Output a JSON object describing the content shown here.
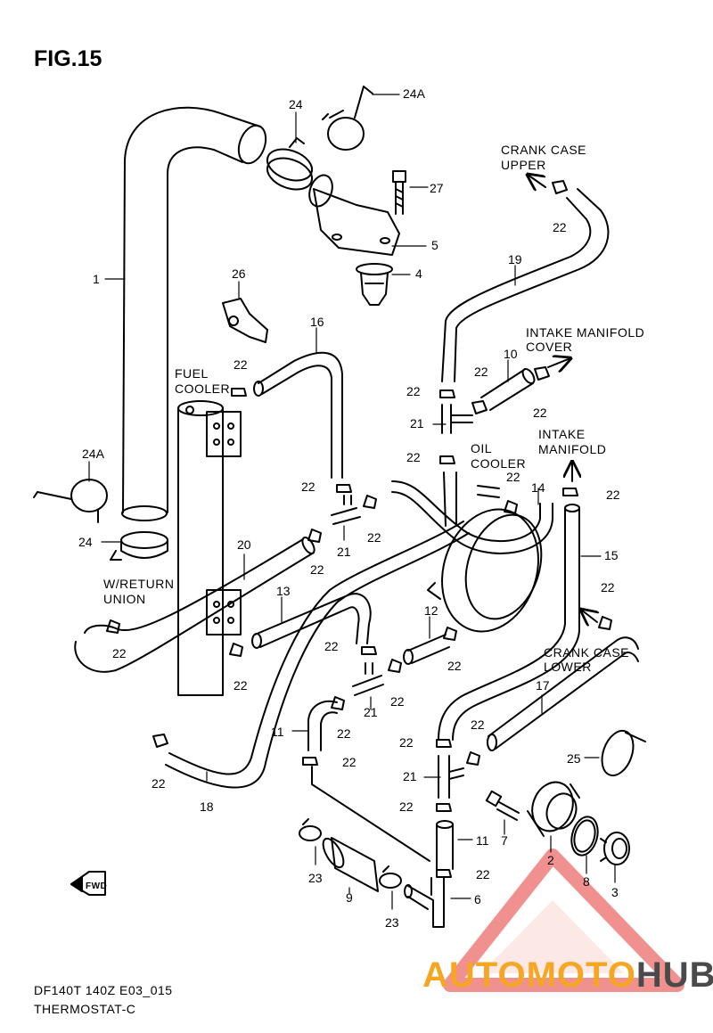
{
  "figure": {
    "title": "FIG.15",
    "model": "DF140T 140Z E03_015",
    "subtitle": "THERMOSTAT-C"
  },
  "watermark": {
    "text_orange": "AUTOMOTO",
    "text_gray": "HUB",
    "color_orange": "#f5a623",
    "color_gray": "#4a4a4a",
    "color_triangle": "#e53935"
  },
  "callouts": {
    "c1": "1",
    "c2": "2",
    "c3": "3",
    "c4": "4",
    "c5": "5",
    "c6": "6",
    "c7": "7",
    "c8": "8",
    "c9": "9",
    "c10": "10",
    "c11a": "11",
    "c11b": "11",
    "c12": "12",
    "c13": "13",
    "c14": "14",
    "c15": "15",
    "c16": "16",
    "c17": "17",
    "c18": "18",
    "c19": "19",
    "c20": "20",
    "c21a": "21",
    "c21b": "21",
    "c21c": "21",
    "c21d": "21",
    "c22_1": "22",
    "c22_2": "22",
    "c22_3": "22",
    "c22_4": "22",
    "c22_5": "22",
    "c22_6": "22",
    "c22_7": "22",
    "c22_8": "22",
    "c22_9": "22",
    "c22_10": "22",
    "c22_11": "22",
    "c22_12": "22",
    "c22_13": "22",
    "c22_14": "22",
    "c22_15": "22",
    "c22_16": "22",
    "c22_17": "22",
    "c22_18": "22",
    "c22_19": "22",
    "c22_20": "22",
    "c22_21": "22",
    "c22_22": "22",
    "c22_23": "22",
    "c22_24": "22",
    "c23a": "23",
    "c23b": "23",
    "c24a": "24",
    "c24b": "24",
    "c24A_a": "24A",
    "c24A_b": "24A",
    "c25": "25",
    "c26": "26",
    "c27": "27"
  },
  "labels": {
    "crank_case_upper_1": "CRANK CASE",
    "crank_case_upper_2": "UPPER",
    "intake_manifold_cover_1": "INTAKE MANIFOLD",
    "intake_manifold_cover_2": "COVER",
    "intake_manifold_1": "INTAKE",
    "intake_manifold_2": "MANIFOLD",
    "oil_cooler_1": "OIL",
    "oil_cooler_2": "COOLER",
    "fuel_cooler_1": "FUEL",
    "fuel_cooler_2": "COOLER",
    "return_union_1": "W/RETURN",
    "return_union_2": "UNION",
    "crank_case_lower_1": "CRANK CASE",
    "crank_case_lower_2": "LOWER",
    "fwd": "FWD"
  }
}
